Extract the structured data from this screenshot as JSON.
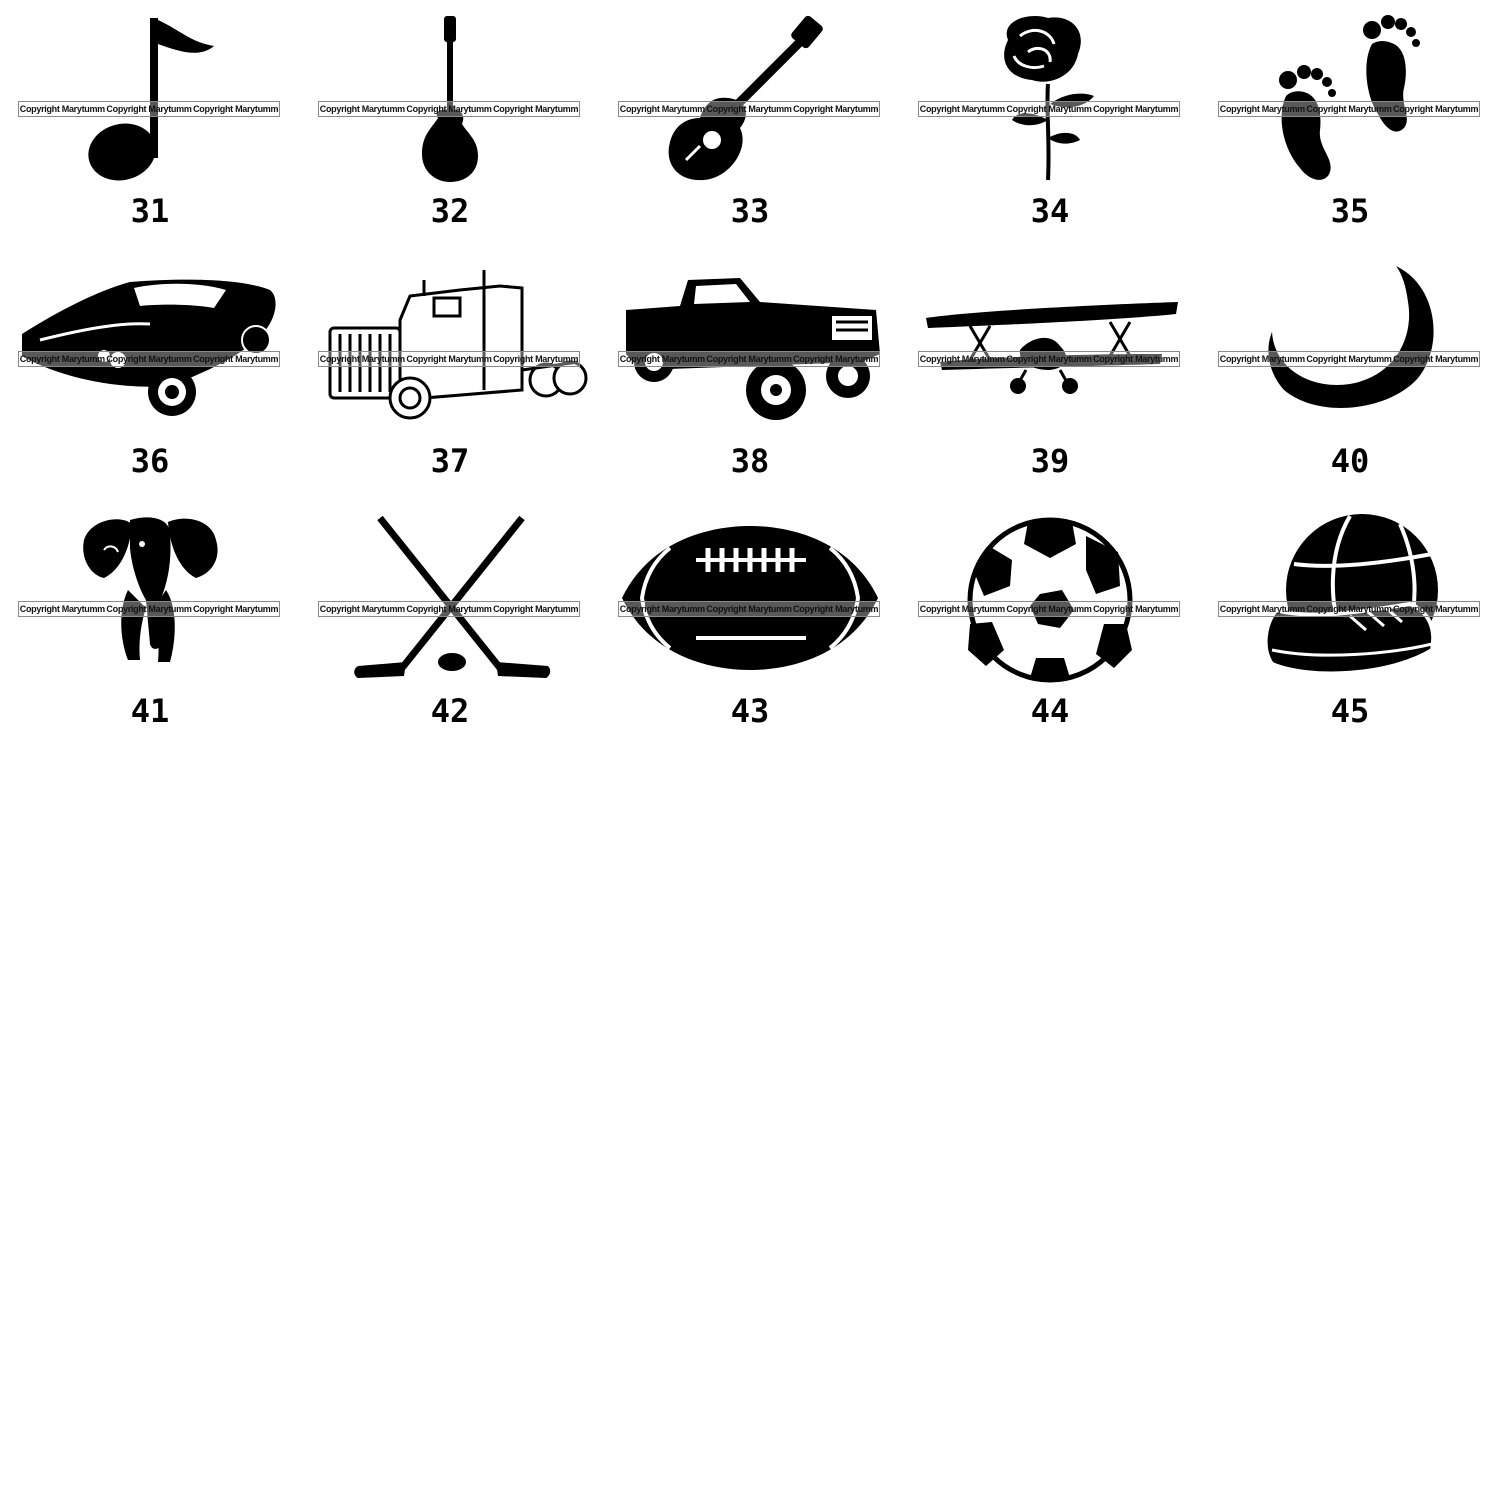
{
  "watermark_text": "Copyright Marytumm",
  "colors": {
    "ink": "#000000",
    "background": "#ffffff",
    "watermark_border": "#8a8a8a"
  },
  "items": [
    {
      "number": "31",
      "icon": "music-note-icon"
    },
    {
      "number": "32",
      "icon": "electric-guitar-icon"
    },
    {
      "number": "33",
      "icon": "acoustic-guitar-icon"
    },
    {
      "number": "34",
      "icon": "rose-icon"
    },
    {
      "number": "35",
      "icon": "baby-footprints-icon"
    },
    {
      "number": "36",
      "icon": "muscle-car-icon"
    },
    {
      "number": "37",
      "icon": "semi-truck-icon"
    },
    {
      "number": "38",
      "icon": "pickup-truck-icon"
    },
    {
      "number": "39",
      "icon": "biplane-icon"
    },
    {
      "number": "40",
      "icon": "crescent-moon-icon"
    },
    {
      "number": "41",
      "icon": "elephant-icon"
    },
    {
      "number": "42",
      "icon": "hockey-sticks-icon"
    },
    {
      "number": "43",
      "icon": "football-icon"
    },
    {
      "number": "44",
      "icon": "soccer-ball-icon"
    },
    {
      "number": "45",
      "icon": "basketball-shoe-icon"
    }
  ]
}
